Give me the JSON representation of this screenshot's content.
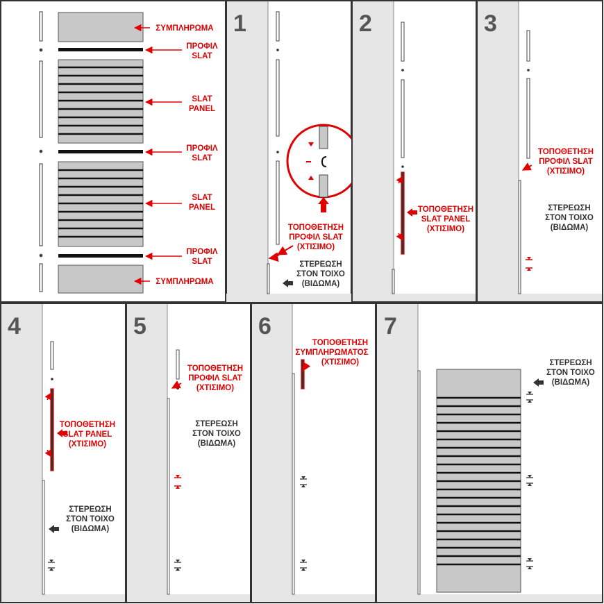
{
  "colors": {
    "accent": "#e00000",
    "dark_text": "#333333",
    "panel_gray": "#c8c8c8",
    "wall_gray": "#e6e6e6"
  },
  "legend": {
    "complement_top": "ΣΥΜΠΛΗΡΩΜΑ",
    "profile_1_line1": "ΠΡΟΦΙΛ",
    "profile_1_line2": "SLAT",
    "slat_panel_1_line1": "SLAT",
    "slat_panel_1_line2": "PANEL",
    "profile_2_line1": "ΠΡΟΦΙΛ",
    "profile_2_line2": "SLAT",
    "slat_panel_2_line1": "SLAT",
    "slat_panel_2_line2": "PANEL",
    "profile_3_line1": "ΠΡΟΦΙΛ",
    "profile_3_line2": "SLAT",
    "complement_bottom": "ΣΥΜΠΛΗΡΩΜΑ"
  },
  "steps": {
    "s1": {
      "number": "1",
      "red_l1": "ΤΟΠΟΘΕΤΗΣΗ",
      "red_l2": "ΠΡΟΦΙΛ SLAT",
      "red_l3": "(ΧΤΙΣΙΜΟ)",
      "gray_l1": "ΣΤΕΡΕΩΣΗ",
      "gray_l2": "ΣΤΟΝ ΤΟΙΧΟ",
      "gray_l3": "(ΒΙΔΩΜΑ)"
    },
    "s2": {
      "number": "2",
      "red_l1": "ΤΟΠΟΘΕΤΗΣΗ",
      "red_l2": "SLAT PANEL",
      "red_l3": "(ΧΤΙΣΙΜΟ)"
    },
    "s3": {
      "number": "3",
      "red_l1": "ΤΟΠΟΘΕΤΗΣΗ",
      "red_l2": "ΠΡΟΦΙΛ SLAT",
      "red_l3": "(ΧΤΙΣΙΜΟ)",
      "gray_l1": "ΣΤΕΡΕΩΣΗ",
      "gray_l2": "ΣΤΟΝ ΤΟΙΧΟ",
      "gray_l3": "(ΒΙΔΩΜΑ)"
    },
    "s4": {
      "number": "4",
      "red_l1": "ΤΟΠΟΘΕΤΗΣΗ",
      "red_l2": "SLAT PANEL",
      "red_l3": "(ΧΤΙΣΙΜΟ)",
      "gray_l1": "ΣΤΕΡΕΩΣΗ",
      "gray_l2": "ΣΤΟΝ ΤΟΙΧΟ",
      "gray_l3": "(ΒΙΔΩΜΑ)"
    },
    "s5": {
      "number": "5",
      "red_l1": "ΤΟΠΟΘΕΤΗΣΗ",
      "red_l2": "ΠΡΟΦΙΛ SLAT",
      "red_l3": "(ΧΤΙΣΙΜΟ)",
      "gray_l1": "ΣΤΕΡΕΩΣΗ",
      "gray_l2": "ΣΤΟΝ ΤΟΙΧΟ",
      "gray_l3": "(ΒΙΔΩΜΑ)"
    },
    "s6": {
      "number": "6",
      "red_l1": "ΤΟΠΟΘΕΤΗΣΗ",
      "red_l2": "ΣΥΜΠΛΗΡΩΜΑΤΟΣ",
      "red_l3": "(ΧΤΙΣΙΜΟ)"
    },
    "s7": {
      "number": "7",
      "gray_l1": "ΣΤΕΡΕΩΣΗ",
      "gray_l2": "ΣΤΟΝ ΤΟΙΧΟ",
      "gray_l3": "(ΒΙΔΩΜΑ)"
    }
  }
}
